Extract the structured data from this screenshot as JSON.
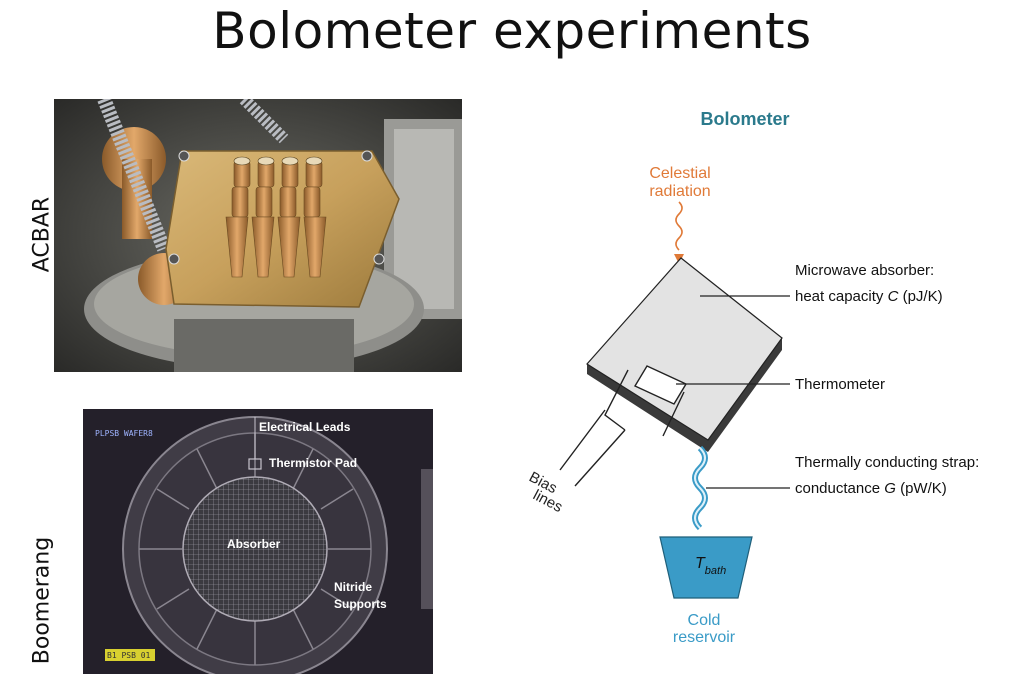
{
  "slide": {
    "title": "Bolometer experiments"
  },
  "photos": {
    "acbar": {
      "label": "ACBAR"
    },
    "boomerang": {
      "label": "Boomerang",
      "annotations": {
        "electrical_leads": "Electrical Leads",
        "thermistor_pad": "Thermistor Pad",
        "absorber": "Absorber",
        "nitride_1": "Nitride",
        "nitride_2": "Supports"
      },
      "tags": {
        "top_left": "PLPSB WAFER8",
        "bottom_left": "B1 PSB 01"
      }
    }
  },
  "diagram": {
    "title": "Bolometer",
    "celestial_1": "Celestial",
    "celestial_2": "radiation",
    "absorber_1": "Microwave absorber:",
    "absorber_2_pre": "heat capacity ",
    "absorber_2_var": "C",
    "absorber_2_post": " (pJ/K)",
    "thermometer": "Thermometer",
    "strap_1": "Thermally conducting strap:",
    "strap_2_pre": "conductance ",
    "strap_2_var": "G",
    "strap_2_post": " (pW/K)",
    "bias_1": "Bias",
    "bias_2": "lines",
    "tbath_T": "T",
    "tbath_sub": "bath",
    "cold_1": "Cold",
    "cold_2": "reservoir",
    "colors": {
      "title": "#2b7a8c",
      "radiation": "#e07a38",
      "reservoir": "#3a9bc7",
      "absorber_fill": "#e3e3e3"
    }
  }
}
